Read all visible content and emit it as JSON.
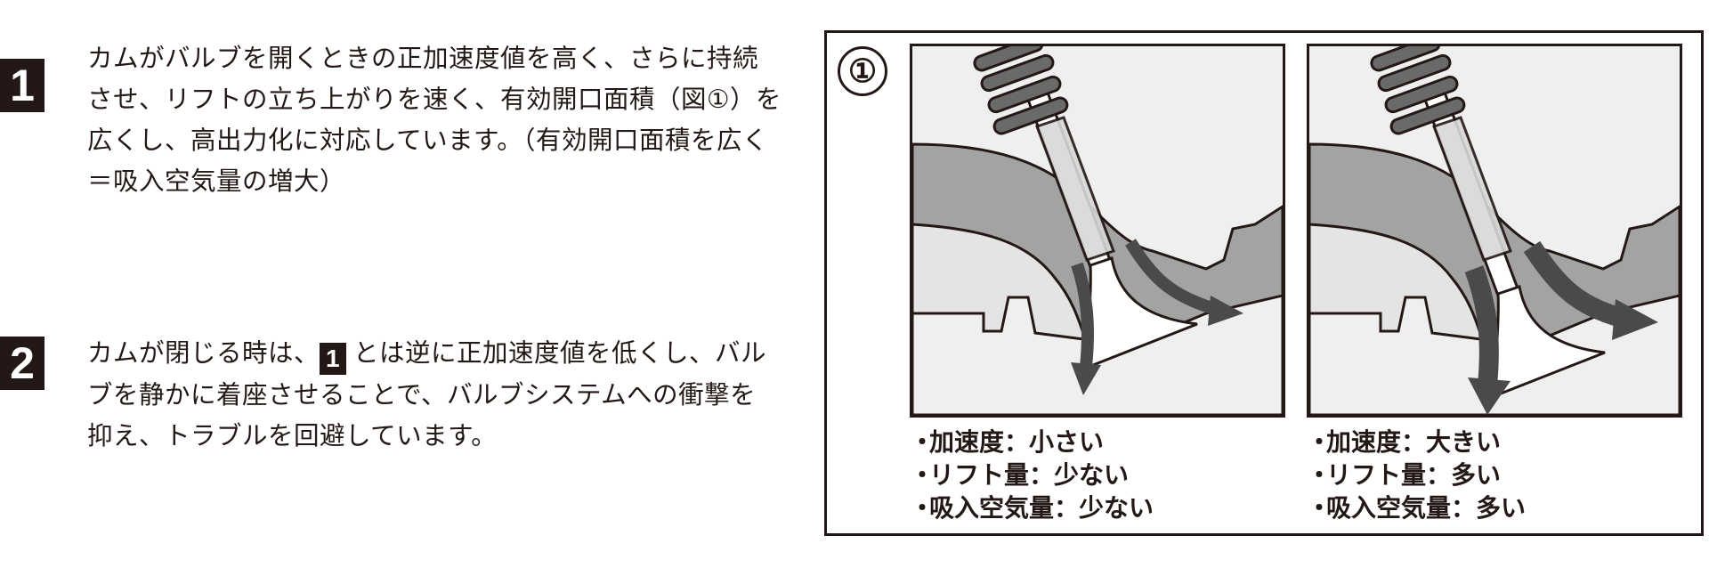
{
  "section1": {
    "number": "1",
    "lines": [
      "カムがバルブを開くときの正加速度値を高く、さらに持続",
      "させ、リフトの立ち上がりを速く、有効開口面積（図①）を",
      "広くし、高出力化に対応しています。（有効開口面積を広く",
      "＝吸入空気量の増大）"
    ]
  },
  "section2": {
    "number": "2",
    "line1_before": "カムが閉じる時は、",
    "line1_badge": "1",
    "line1_after": "とは逆に正加速度値を低くし、バル",
    "lines": [
      "ブを静かに着座させることで、バルブシステムへの衝撃を",
      "抑え、トラブルを回避しています。"
    ]
  },
  "figure": {
    "number": "①",
    "left_panel": {
      "caption_bullet": "・",
      "captions": [
        "加速度：小さい",
        "リフト量：少ない",
        "吸入空気量：少ない"
      ]
    },
    "right_panel": {
      "caption_bullet": "・",
      "captions": [
        "加速度：大きい",
        "リフト量：多い",
        "吸入空気量：多い"
      ]
    },
    "colors": {
      "ink": "#231815",
      "port_fill": "#a3a3a3",
      "arrow": "#4a4a4a",
      "background": "#efefef"
    }
  }
}
